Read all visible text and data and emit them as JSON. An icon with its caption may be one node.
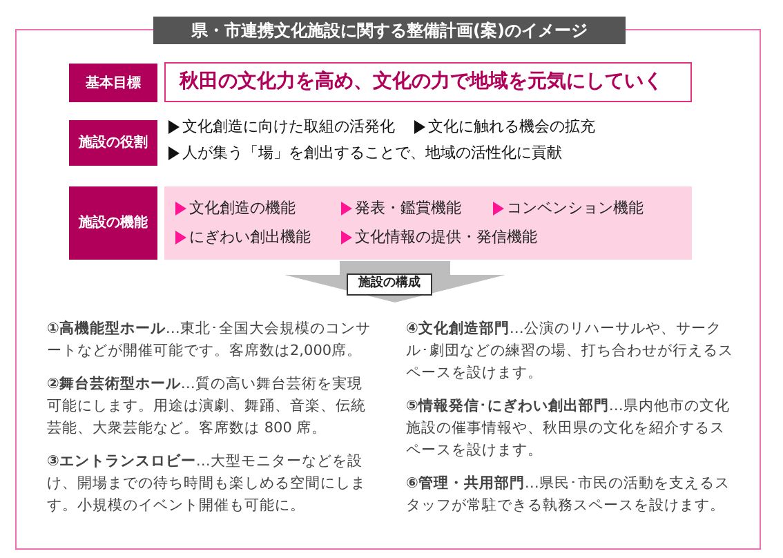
{
  "diagram": {
    "nodes": [
      {
        "text": [
          "県・市連携文化施設に関する整備計画(案)のイメージ"
        ]
      },
      {
        "text": [
          "基本目標"
        ],
        "in": 0
      },
      {
        "text": [
          "秋田の文化力を高め、文化の力で地域を元気にしていく"
        ],
        "in": 0
      },
      {
        "text": [
          "施設の役割"
        ],
        "in": 0,
        "beside": [
          "文化創造に向けた取組の活発化",
          "文化に触れる機会の拡充",
          "人が集う「場」を創出することで、地域の活性化に貢献"
        ]
      },
      {
        "text": [
          "施設の機能"
        ],
        "in": 0
      },
      {
        "text": [
          "文化創造の機能",
          "発表・鑑賞機能",
          "コンベンション機能",
          "にぎわい創出機能",
          "文化情報の提供・発信機能"
        ],
        "in": 0
      },
      {
        "text": [
          "施設の構成"
        ],
        "in": 0
      }
    ],
    "edges": [
      {
        "from": 5,
        "to": 6,
        "arrow": "to"
      }
    ],
    "labels": [
      "**①高機能型ホール**…東北･全国大会規模のコンサートなどが開催可能です。客席数は2,000席。",
      "**②舞台芸術型ホール**…質の高い舞台芸術を実現可能にします。用途は演劇、舞踊、音楽、伝統芸能、大衆芸能など。客席数は 800 席。",
      "**③エントランスロビー**…大型モニターなどを設け、開場までの待ち時間も楽しめる空間にします。小規模のイベント開催も可能に。",
      "**④文化創造部門**…公演のリハーサルや、サークル･劇団などの練習の場、打ち合わせが行えるスペースを設けます。",
      "**⑤情報発信･にぎわい創出部門**…県内他市の文化施設の催事情報や、秋田県の文化を紹介するスペースを設けます。",
      "**⑥管理・共用部門**…県民･市民の活動を支えるスタッフが常駐できる執務スペースを設けます。"
    ]
  }
}
